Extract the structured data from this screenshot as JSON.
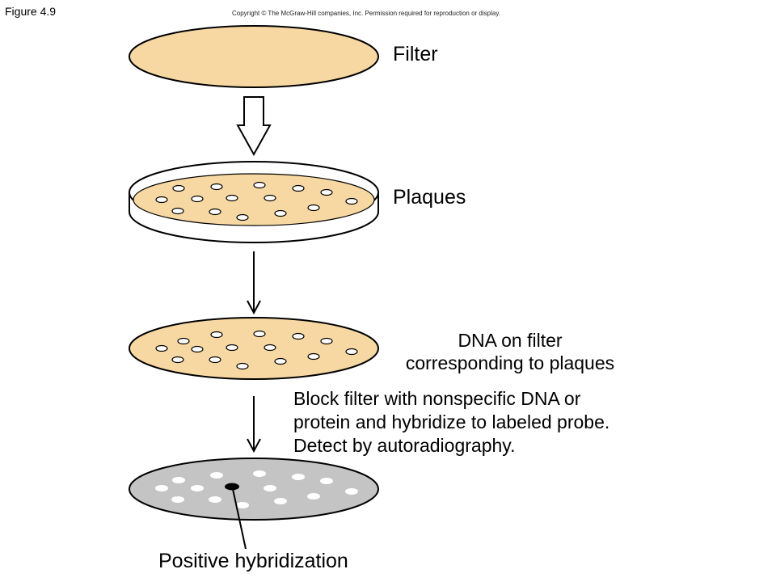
{
  "figure_label": "Figure 4.9",
  "copyright": "Copyright © The McGraw-Hill companies, Inc. Permission required for reproduction or display.",
  "labels": {
    "filter": "Filter",
    "plaques": "Plaques",
    "dna_line1": "DNA on filter",
    "dna_line2": "corresponding to plaques",
    "block_line1": "Block filter with nonspecific DNA or",
    "block_line2": "protein and hybridize to labeled probe.",
    "block_line3": "Detect by autoradiography.",
    "positive": "Positive hybridization"
  },
  "colors": {
    "filter_fill": "#f8d8a2",
    "plate_fill": "#f8d8a2",
    "autorad_fill": "#c4c4c4",
    "spot_autorad": "#ffffff",
    "outline": "#000000",
    "positive_spot": "#000000"
  }
}
